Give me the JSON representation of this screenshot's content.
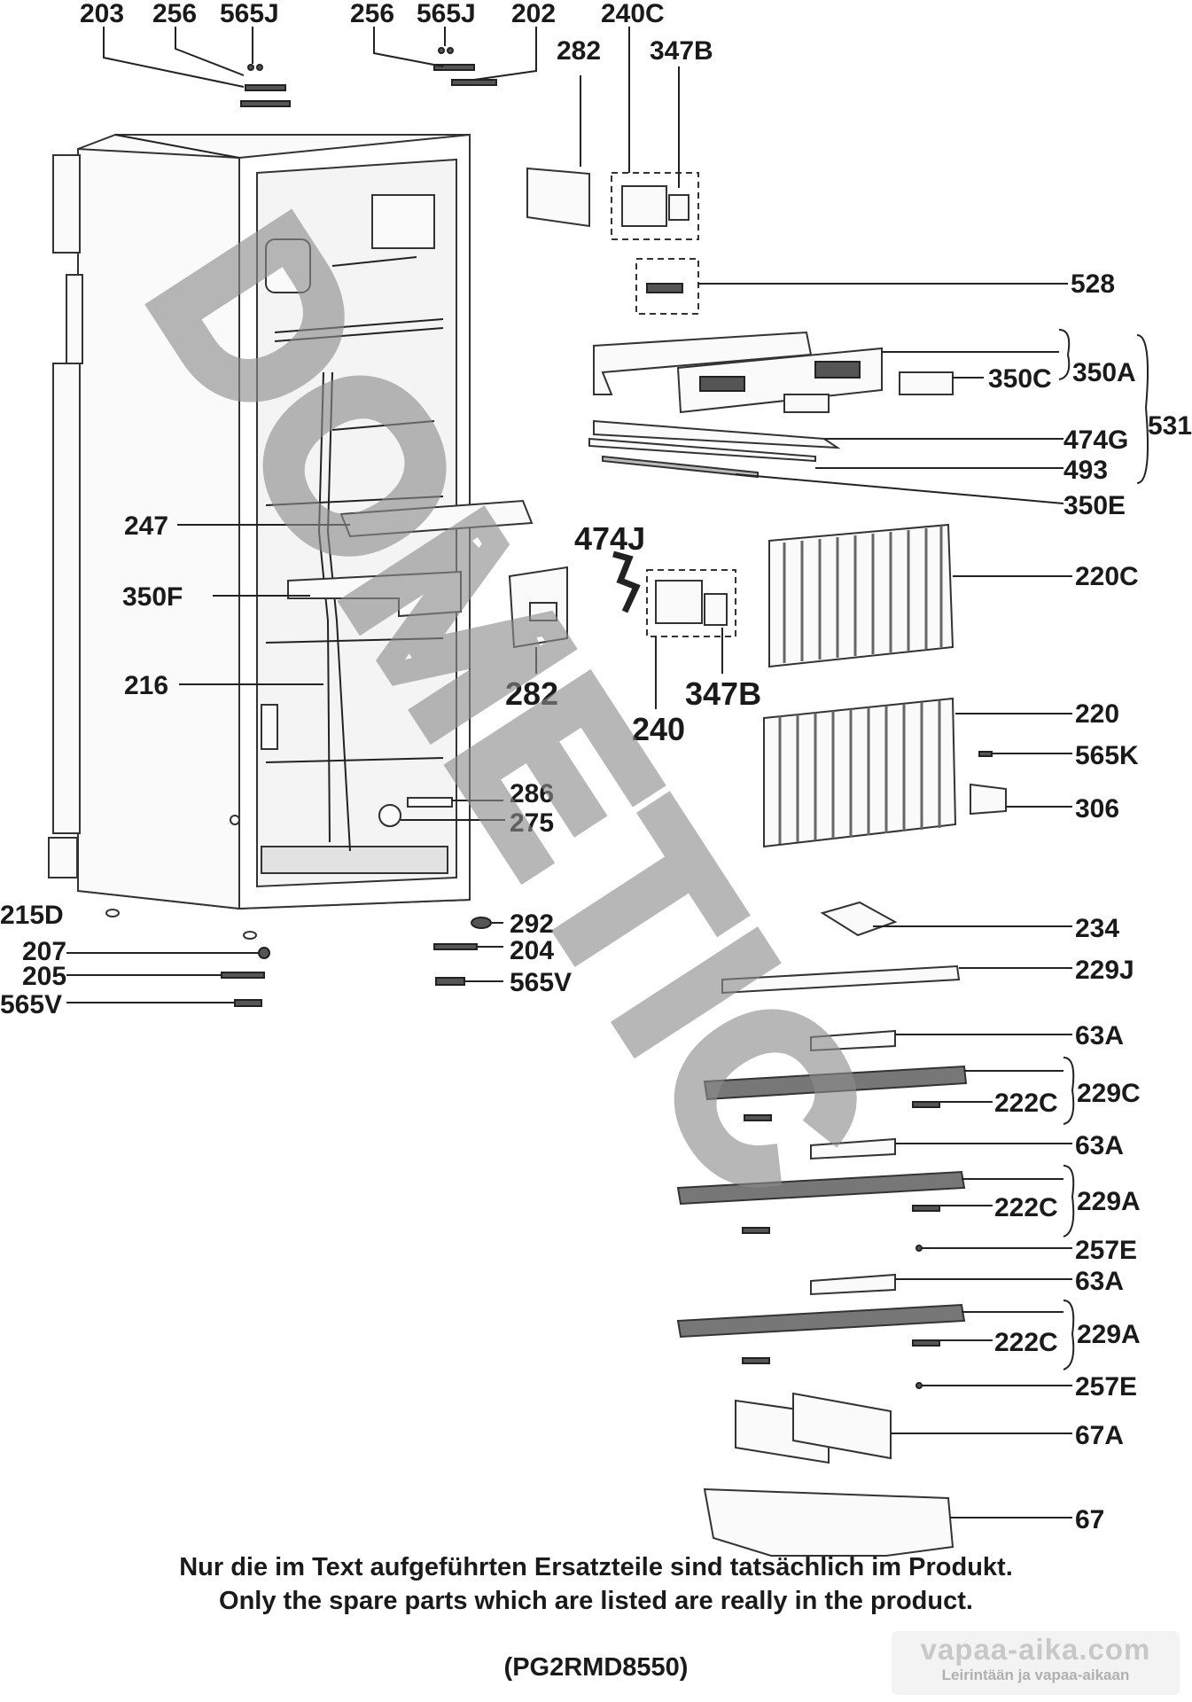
{
  "labels": {
    "p203": "203",
    "p256a": "256",
    "p565j_a": "565J",
    "p256b": "256",
    "p565j_b": "565J",
    "p202": "202",
    "p240c": "240C",
    "p282_top": "282",
    "p347b_top": "347B",
    "p528": "528",
    "p350c": "350C",
    "p350a": "350A",
    "p531": "531",
    "p474g": "474G",
    "p493": "493",
    "p350e": "350E",
    "p247": "247",
    "p474j": "474J",
    "p220c": "220C",
    "p350f": "350F",
    "p216": "216",
    "p282_mid": "282",
    "p347b_mid": "347B",
    "p240": "240",
    "p220": "220",
    "p565k": "565K",
    "p306": "306",
    "p286": "286",
    "p275": "275",
    "p215d": "215D",
    "p207": "207",
    "p205": "205",
    "p565v_left": "565V",
    "p292": "292",
    "p204": "204",
    "p565v_mid": "565V",
    "p234": "234",
    "p229j": "229J",
    "p63a_1": "63A",
    "p222c_1": "222C",
    "p229c": "229C",
    "p63a_2": "63A",
    "p222c_2": "222C",
    "p229a_1": "229A",
    "p257e_1": "257E",
    "p63a_3": "63A",
    "p222c_3": "222C",
    "p229a_2": "229A",
    "p257e_2": "257E",
    "p67a": "67A",
    "p67": "67"
  },
  "notes": {
    "german": "Nur die im Text aufgeführten Ersatzteile sind tatsächlich im Produkt.",
    "english": "Only the spare parts which are listed are really in the product.",
    "model_code": "(PG2RMD8550)"
  },
  "watermark": {
    "text": "DOMETIC",
    "color": "#8c8c8c"
  },
  "brand": {
    "name": "vapaa-aika.com",
    "tagline": "Leirintään ja vapaa-aikaan"
  }
}
